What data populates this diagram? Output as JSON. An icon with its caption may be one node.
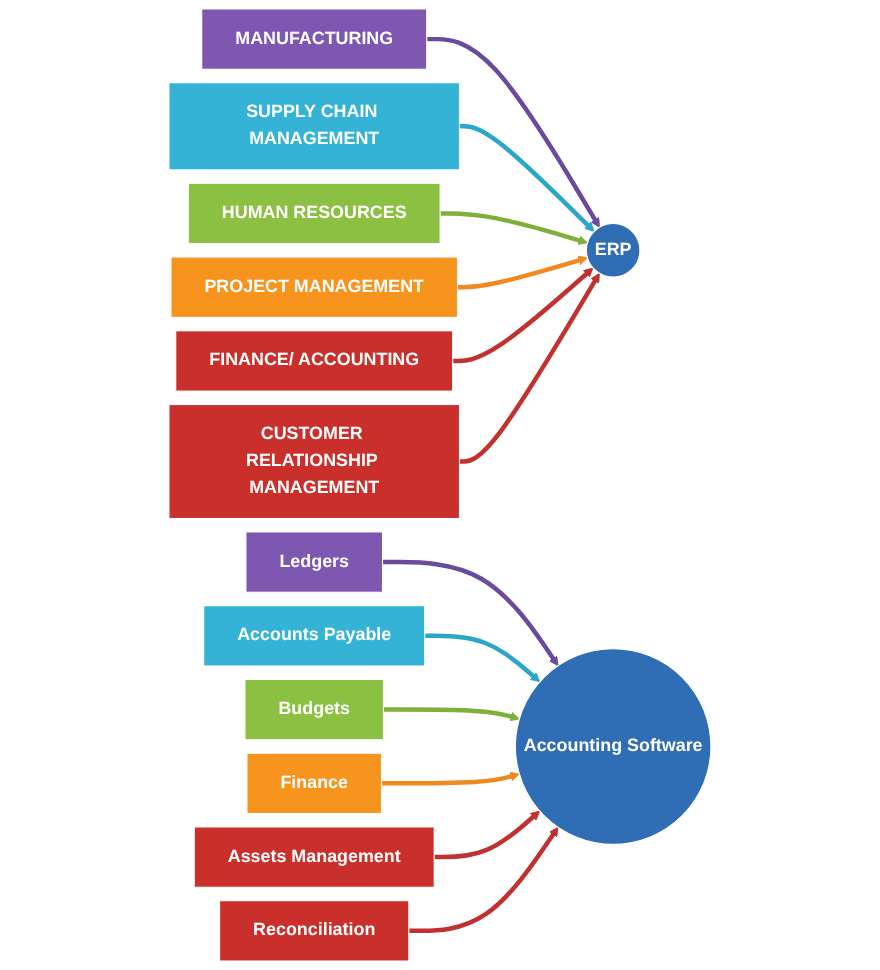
{
  "diagram": {
    "nodes": [
      {
        "text": [
          "MANUFACTURING"
        ]
      },
      {
        "text": [
          "SUPPLY CHAIN MANAGEMENT"
        ]
      },
      {
        "text": [
          "HUMAN RESOURCES"
        ]
      },
      {
        "text": [
          "PROJECT MANAGEMENT"
        ]
      },
      {
        "text": [
          "FINANCE/ ACCOUNTING"
        ]
      },
      {
        "text": [
          "ERP"
        ]
      },
      {
        "text": [
          "CUSTOMER RELATIONSHIP MANAGEMENT"
        ]
      },
      {
        "text": [
          "Ledgers"
        ]
      },
      {
        "text": [
          "Accounts Payable"
        ]
      },
      {
        "text": [
          "Budgets"
        ]
      },
      {
        "text": [
          "Finance"
        ]
      },
      {
        "text": [
          "Assets Management"
        ]
      },
      {
        "text": [
          "Accounting Software"
        ]
      },
      {
        "text": [
          "Reconciliation"
        ]
      }
    ],
    "edges": [
      {
        "from": 0,
        "to": 5,
        "arrow": "to",
        "color": "#6a4a9c"
      },
      {
        "from": 1,
        "to": 5,
        "arrow": "to",
        "color": "#2aa6c8"
      },
      {
        "from": 2,
        "to": 5,
        "arrow": "to",
        "color": "#7fb03a"
      },
      {
        "from": 3,
        "to": 5,
        "arrow": "to",
        "color": "#f08a1e"
      },
      {
        "from": 4,
        "to": 5,
        "arrow": "to",
        "color": "#c0312f"
      },
      {
        "from": 6,
        "to": 5,
        "arrow": "to",
        "color": "#c0312f"
      },
      {
        "from": 7,
        "to": 12,
        "arrow": "to",
        "color": "#6a4a9c"
      },
      {
        "from": 8,
        "to": 12,
        "arrow": "to",
        "color": "#2aa6c8"
      },
      {
        "from": 9,
        "to": 12,
        "arrow": "to",
        "color": "#7fb03a"
      },
      {
        "from": 10,
        "to": 12,
        "arrow": "to",
        "color": "#f08a1e"
      },
      {
        "from": 11,
        "to": 12,
        "arrow": "to",
        "color": "#c0312f"
      },
      {
        "from": 13,
        "to": 12,
        "arrow": "to",
        "color": "#c0312f"
      }
    ]
  }
}
